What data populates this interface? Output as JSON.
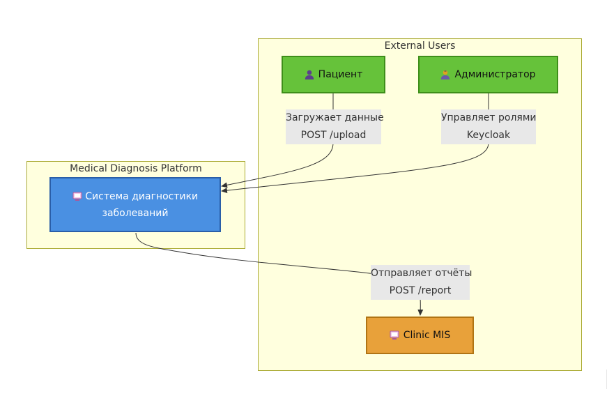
{
  "clusters": {
    "external": {
      "title": "External Users"
    },
    "platform": {
      "title": "Medical Diagnosis Platform"
    }
  },
  "nodes": {
    "patient": {
      "label": "Пациент",
      "icon": "user-icon",
      "fill": "#66c23a",
      "stroke": "#3e8e1a"
    },
    "admin": {
      "label": "Администратор",
      "icon": "admin-user-icon",
      "fill": "#66c23a",
      "stroke": "#3e8e1a"
    },
    "system": {
      "label_line1": "Система диагностики",
      "label_line2": "заболеваний",
      "icon": "system-icon",
      "fill": "#4a90e2",
      "stroke": "#2a5ea8"
    },
    "mis": {
      "label": "Clinic MIS",
      "icon": "system-icon",
      "fill": "#e8a13a",
      "stroke": "#b07414"
    }
  },
  "edges": {
    "upload": {
      "line1": "Загружает данные",
      "line2": "POST /upload"
    },
    "roles": {
      "line1": "Управляет ролями",
      "line2": "Keycloak"
    },
    "report": {
      "line1": "Отправляет отчёты",
      "line2": "POST /report"
    }
  }
}
